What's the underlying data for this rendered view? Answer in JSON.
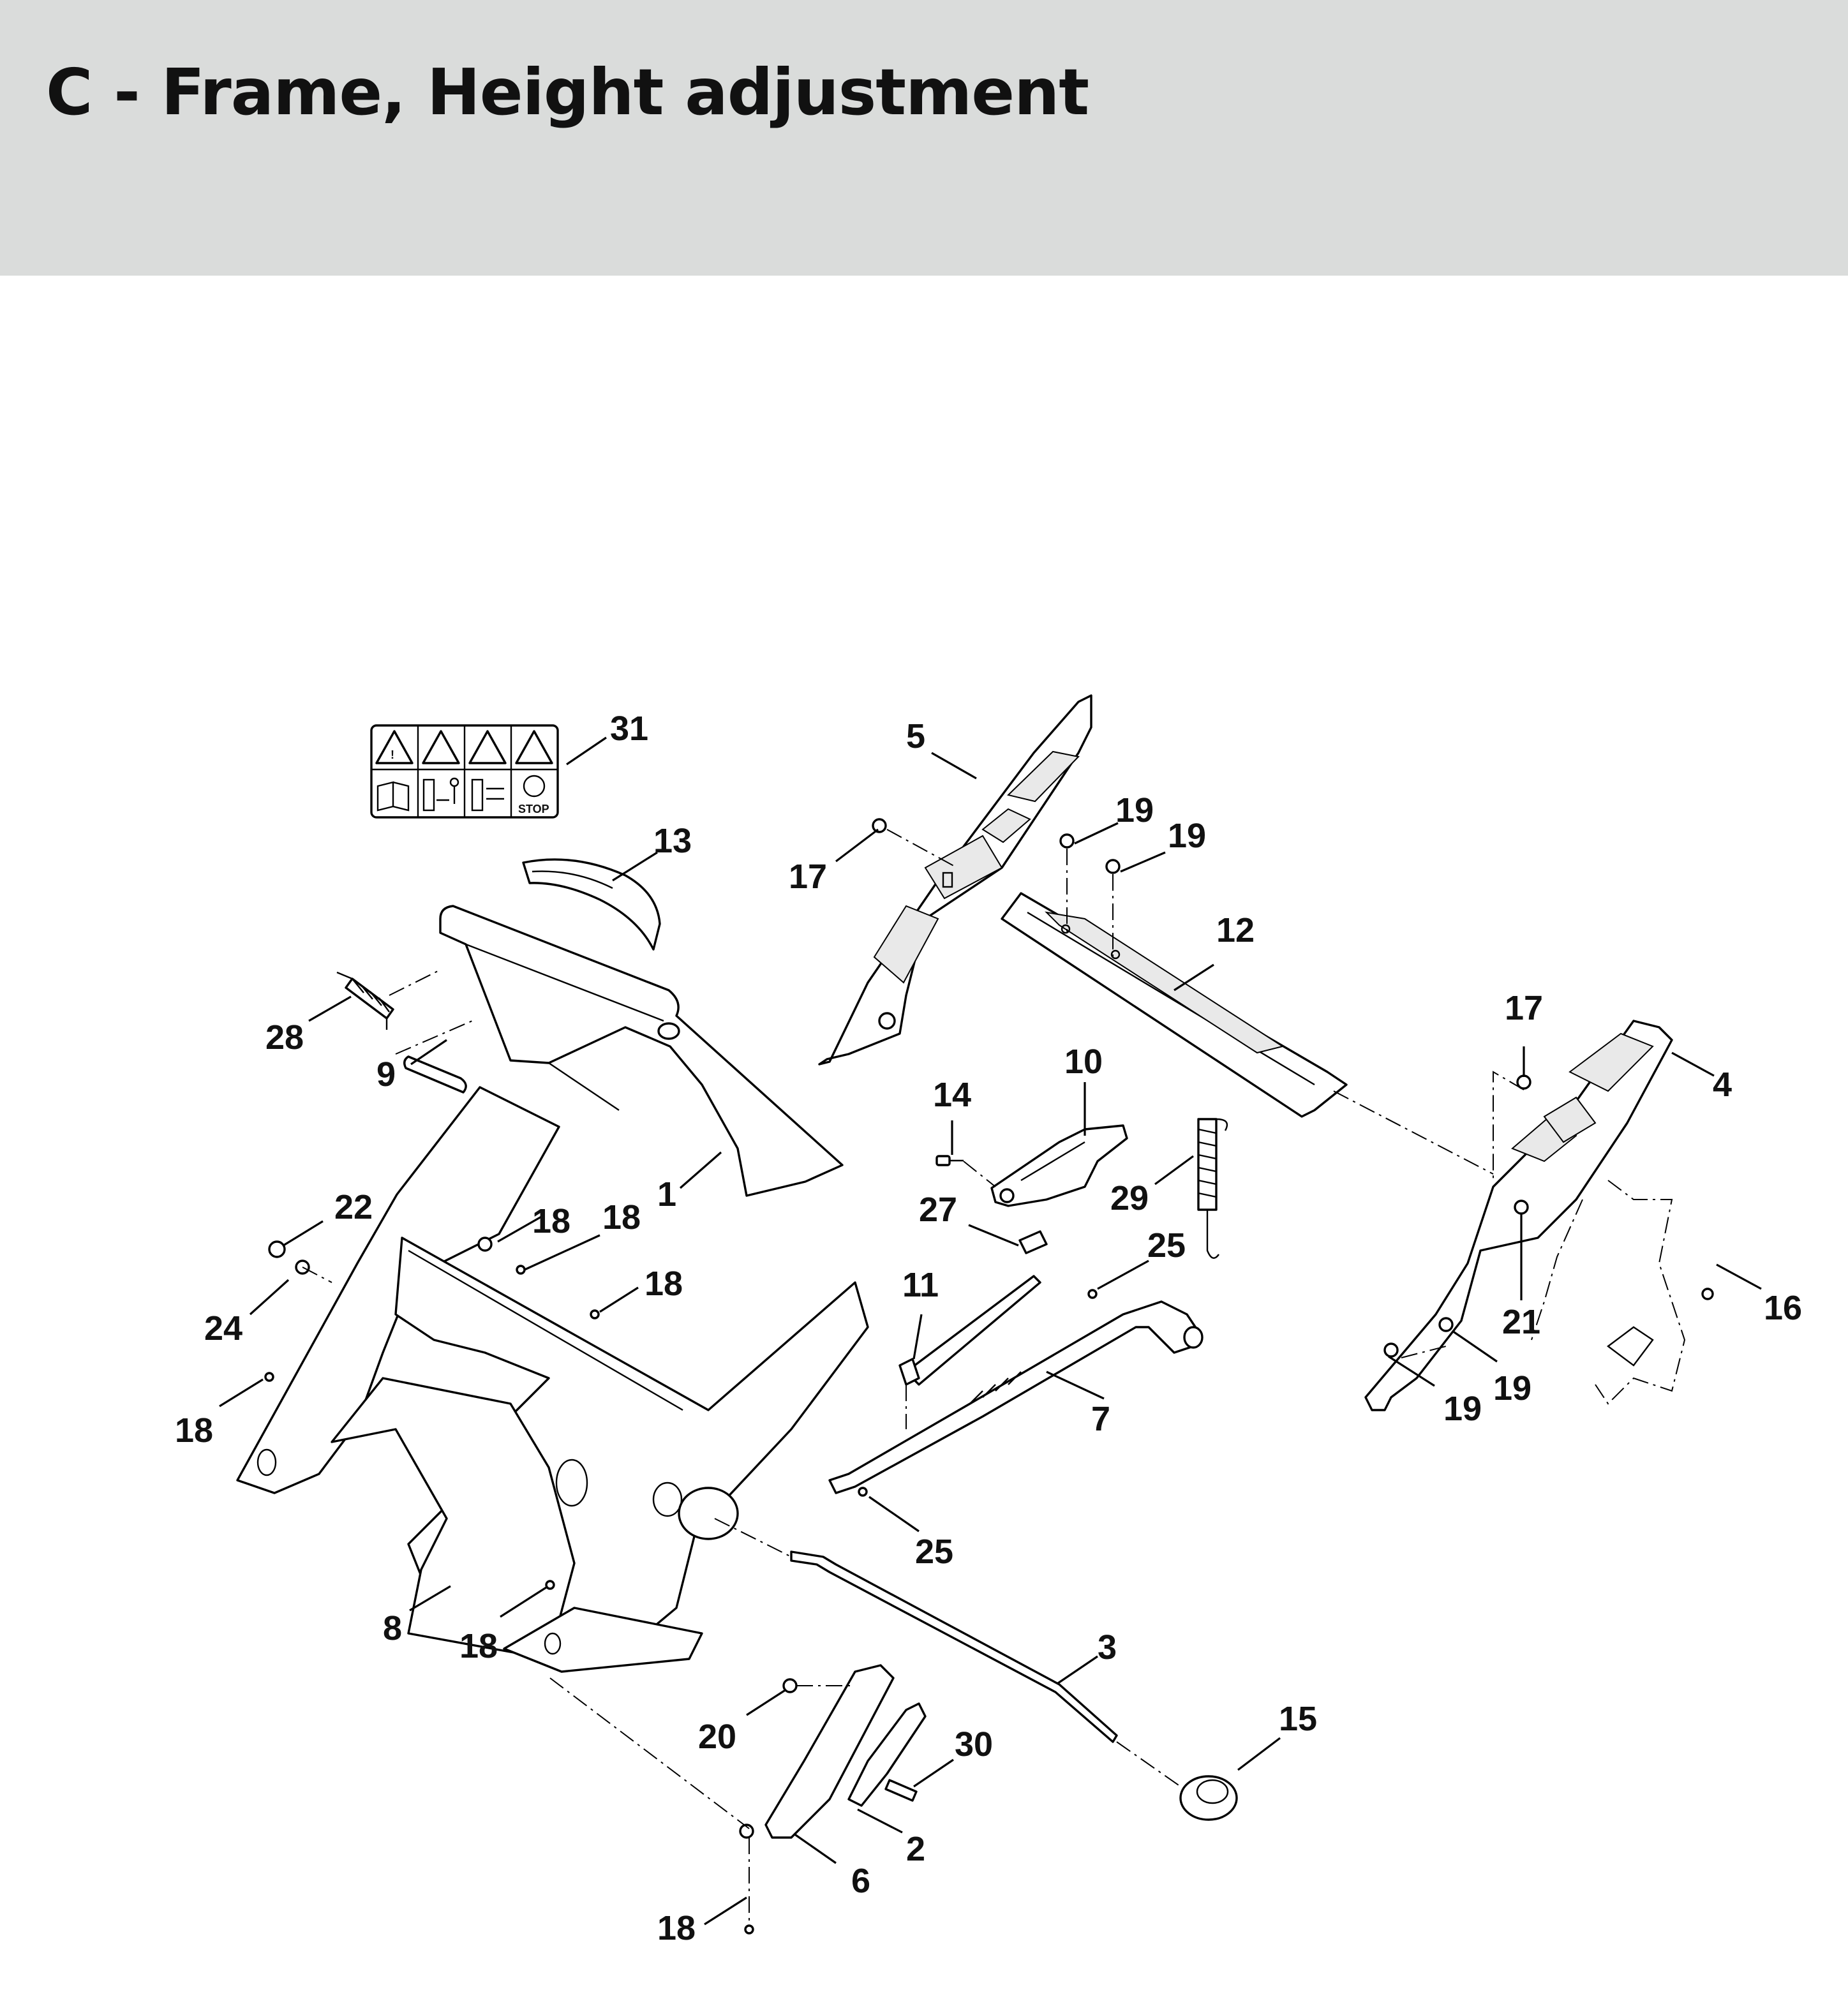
{
  "title": "C - Frame, Height adjustment",
  "colors": {
    "header_bg": "#dadcdb",
    "line": "#000000",
    "text": "#111111"
  },
  "decal": {
    "stop_text": "STOP"
  },
  "callouts": [
    {
      "id": "c31",
      "text": "31"
    },
    {
      "id": "c5",
      "text": "5"
    },
    {
      "id": "c13",
      "text": "13"
    },
    {
      "id": "c19a",
      "text": "19"
    },
    {
      "id": "c19b",
      "text": "19"
    },
    {
      "id": "c17a",
      "text": "17"
    },
    {
      "id": "c12",
      "text": "12"
    },
    {
      "id": "c28",
      "text": "28"
    },
    {
      "id": "c9",
      "text": "9"
    },
    {
      "id": "c17b",
      "text": "17"
    },
    {
      "id": "c4",
      "text": "4"
    },
    {
      "id": "c10",
      "text": "10"
    },
    {
      "id": "c14",
      "text": "14"
    },
    {
      "id": "c1",
      "text": "1"
    },
    {
      "id": "c29",
      "text": "29"
    },
    {
      "id": "c22",
      "text": "22"
    },
    {
      "id": "c27",
      "text": "27"
    },
    {
      "id": "c18a",
      "text": "18"
    },
    {
      "id": "c18b",
      "text": "18"
    },
    {
      "id": "c25a",
      "text": "25"
    },
    {
      "id": "c16",
      "text": "16"
    },
    {
      "id": "c18c",
      "text": "18"
    },
    {
      "id": "c24",
      "text": "24"
    },
    {
      "id": "c11",
      "text": "11"
    },
    {
      "id": "c21",
      "text": "21"
    },
    {
      "id": "c19c",
      "text": "19"
    },
    {
      "id": "c19d",
      "text": "19"
    },
    {
      "id": "c18d",
      "text": "18"
    },
    {
      "id": "c7",
      "text": "7"
    },
    {
      "id": "c25b",
      "text": "25"
    },
    {
      "id": "c8",
      "text": "8"
    },
    {
      "id": "c18e",
      "text": "18"
    },
    {
      "id": "c3",
      "text": "3"
    },
    {
      "id": "c15",
      "text": "15"
    },
    {
      "id": "c20",
      "text": "20"
    },
    {
      "id": "c30",
      "text": "30"
    },
    {
      "id": "c2",
      "text": "2"
    },
    {
      "id": "c6",
      "text": "6"
    },
    {
      "id": "c18f",
      "text": "18"
    }
  ]
}
